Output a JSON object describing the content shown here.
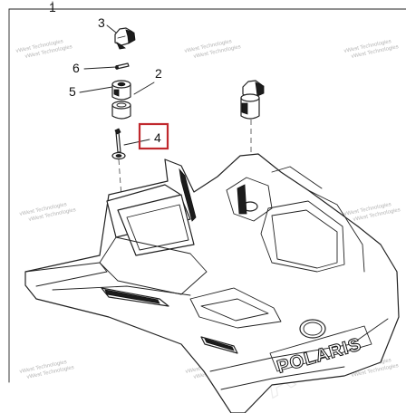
{
  "callouts": [
    {
      "label": "1"
    },
    {
      "label": "2"
    },
    {
      "label": "3"
    },
    {
      "label": "4"
    },
    {
      "label": "5"
    },
    {
      "label": "6"
    }
  ],
  "logo_text": "POLARIS",
  "watermark_text": "vWest Technologies",
  "background_watermark": "ARI",
  "colors": {
    "line": "#222222",
    "highlight_box": "#c0282d",
    "watermark": "#b5b5b5"
  }
}
